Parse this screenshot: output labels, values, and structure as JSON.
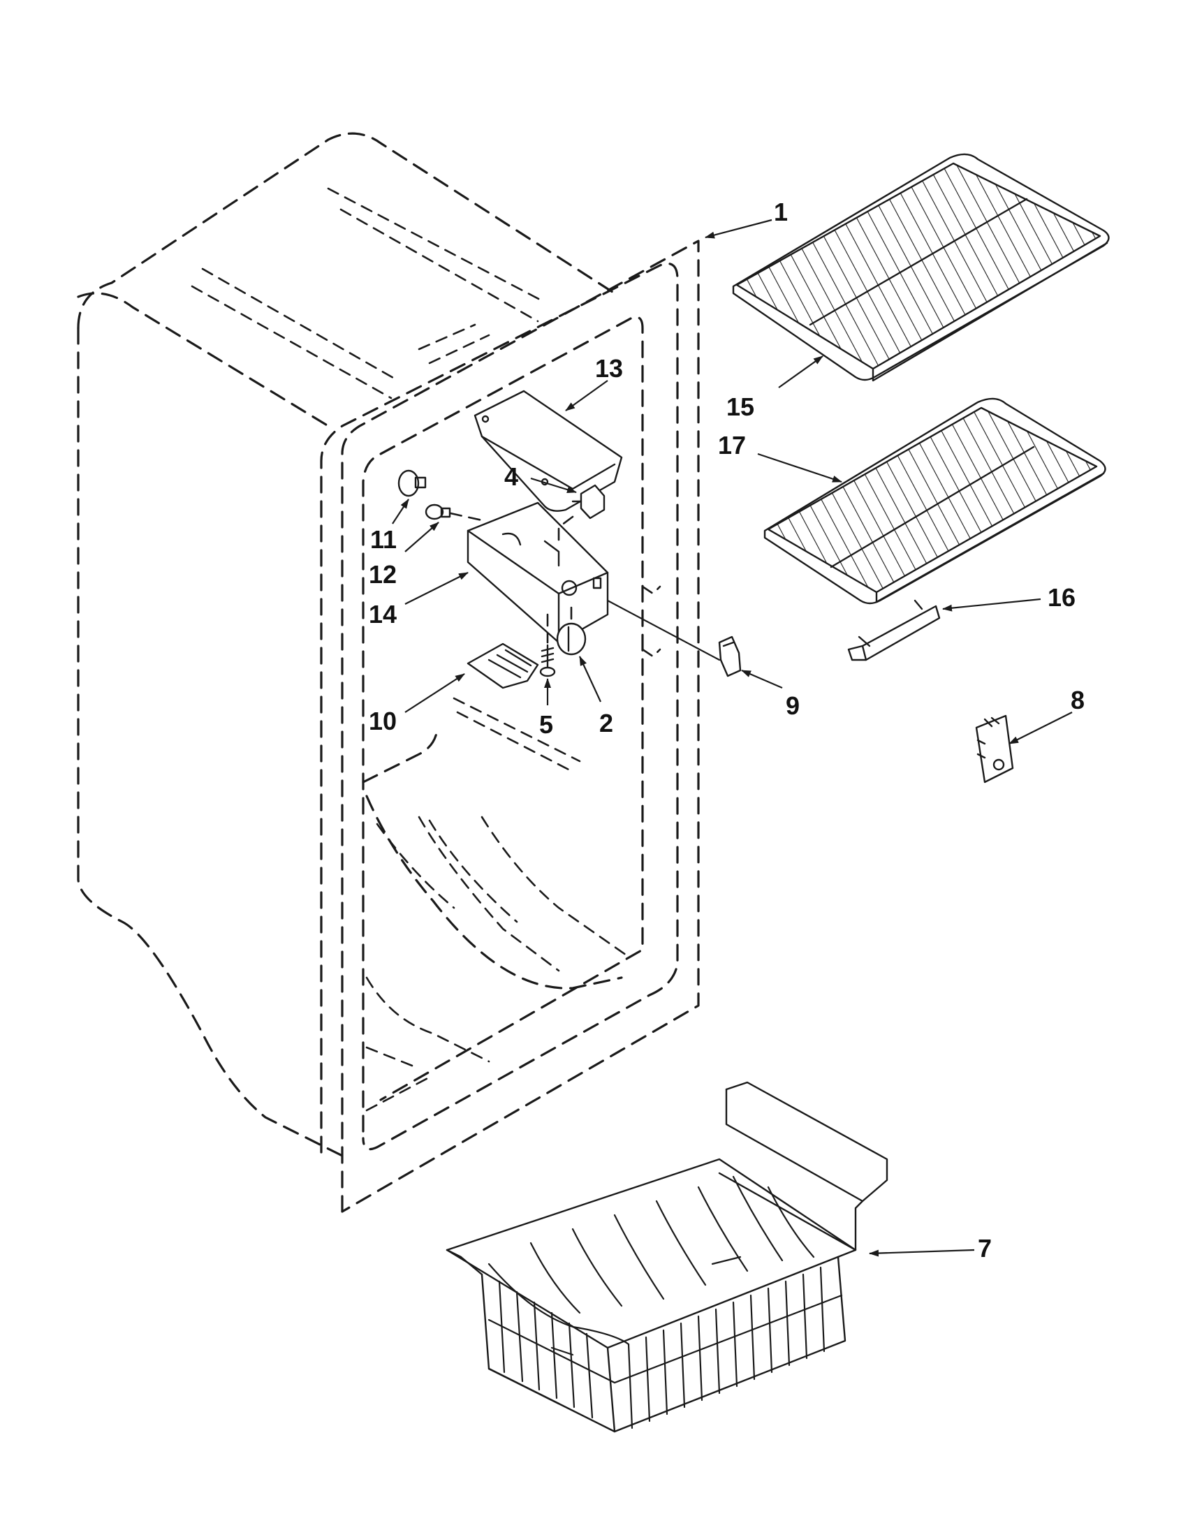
{
  "diagram": {
    "type": "exploded-parts-diagram",
    "callouts": [
      {
        "id": "c1",
        "label": "1"
      },
      {
        "id": "c2",
        "label": "2"
      },
      {
        "id": "c4",
        "label": "4"
      },
      {
        "id": "c5",
        "label": "5"
      },
      {
        "id": "c7",
        "label": "7"
      },
      {
        "id": "c8",
        "label": "8"
      },
      {
        "id": "c9",
        "label": "9"
      },
      {
        "id": "c10",
        "label": "10"
      },
      {
        "id": "c11",
        "label": "11"
      },
      {
        "id": "c12",
        "label": "12"
      },
      {
        "id": "c13",
        "label": "13"
      },
      {
        "id": "c14",
        "label": "14"
      },
      {
        "id": "c15",
        "label": "15"
      },
      {
        "id": "c16",
        "label": "16"
      },
      {
        "id": "c17",
        "label": "17"
      }
    ]
  }
}
